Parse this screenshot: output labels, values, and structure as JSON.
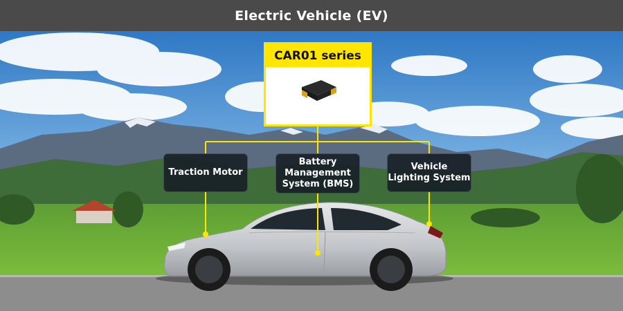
{
  "header": {
    "title": "Electric Vehicle (EV)"
  },
  "product": {
    "label": "CAR01 series"
  },
  "applications": [
    {
      "label": "Traction Motor"
    },
    {
      "label": "Battery\nManagement\nSystem (BMS)"
    },
    {
      "label": "Vehicle\nLighting System"
    }
  ],
  "colors": {
    "header_bg": "#4a4a4a",
    "accent_yellow": "#ffe600",
    "label_box_bg": "#161c24",
    "sky": "#4a8fd1",
    "grass": "#6fae3a",
    "road": "#8d8d8d",
    "car_body": "#c9ccd0"
  },
  "icons": {
    "chip": "smd-component-icon",
    "car": "electric-car-icon"
  }
}
